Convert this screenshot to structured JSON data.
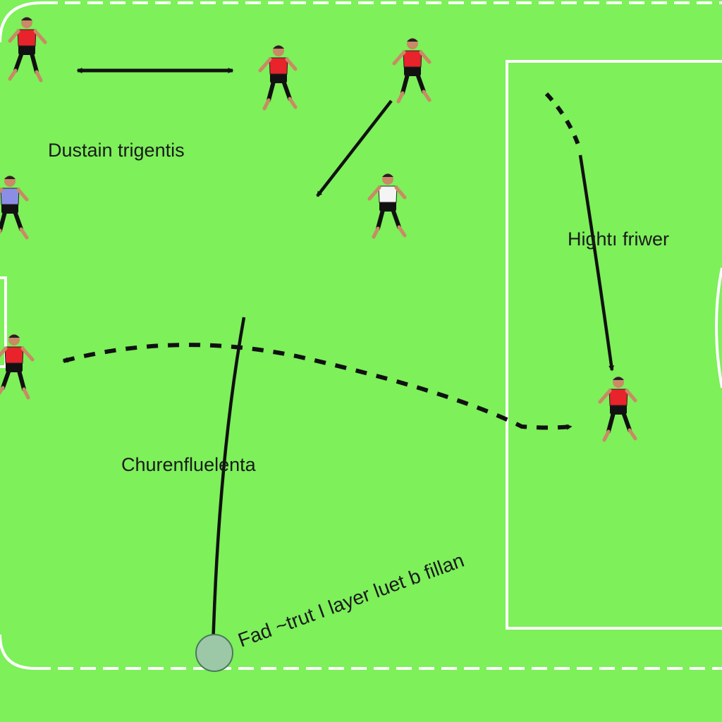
{
  "colors": {
    "pitch": "#7df05a",
    "lines": "#ffffff",
    "arrows": "#111111",
    "team_red": "#e8232b",
    "referee": "#8c8ee6",
    "white_kit": "#f4f4f4",
    "skin": "#c98a65",
    "shorts": "#111111",
    "ball_marker": "#9cc8a8"
  },
  "labels": {
    "top": "Dustain trigentis",
    "right": "Hightı friwer",
    "center": "Churenfluelenta",
    "bottom": "Fad ~trut I layer luet b fillan"
  },
  "players": [
    {
      "id": "player-top-left",
      "kit": "red"
    },
    {
      "id": "player-top-center",
      "kit": "red"
    },
    {
      "id": "player-top-right",
      "kit": "red"
    },
    {
      "id": "player-white",
      "kit": "white"
    },
    {
      "id": "referee",
      "kit": "purple"
    },
    {
      "id": "player-left-mid",
      "kit": "red"
    },
    {
      "id": "player-right-mid",
      "kit": "red"
    }
  ]
}
